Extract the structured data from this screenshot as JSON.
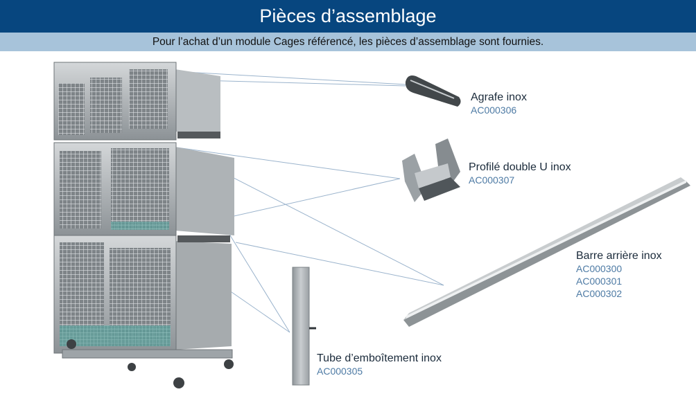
{
  "header": {
    "title": "Pièces d’assemblage",
    "subtitle": "Pour l’achat d’un module Cages référencé, les pièces d’assemblage sont fournies."
  },
  "parts": [
    {
      "name": "Agrafe inox",
      "refs": [
        "AC000306"
      ]
    },
    {
      "name": "Profilé double U inox",
      "refs": [
        "AC000307"
      ]
    },
    {
      "name": "Barre arrière inox",
      "refs": [
        "AC000300",
        "AC000301",
        "AC000302"
      ]
    },
    {
      "name": "Tube d’emboîtement inox",
      "refs": [
        "AC000305"
      ]
    }
  ],
  "colors": {
    "header_bg": "#07467f",
    "subheader_bg": "#a7c3da",
    "ref_text": "#4d7aa4",
    "leader_line": "#9ab3cc"
  }
}
